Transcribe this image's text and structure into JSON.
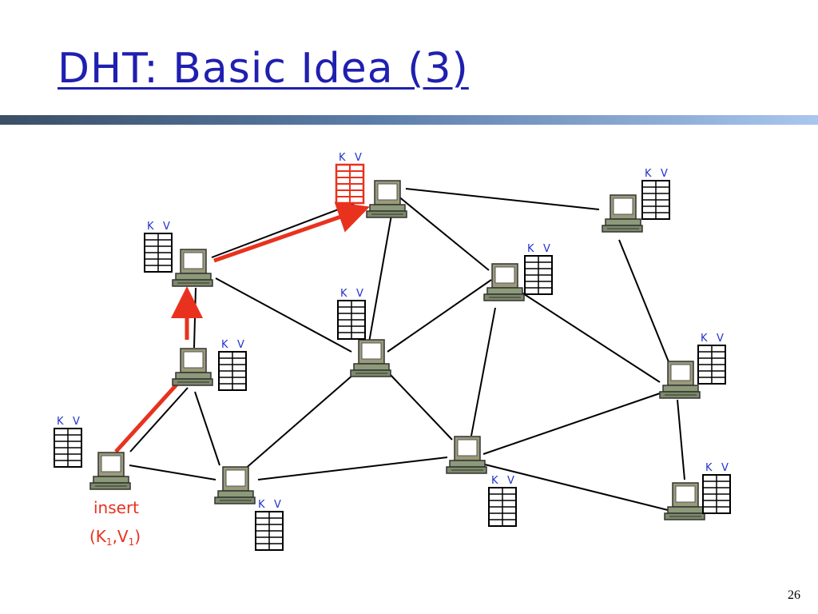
{
  "slide": {
    "title": "DHT: Basic Idea (3)",
    "page_number": "26"
  },
  "table_label": {
    "key": "K",
    "value": "V"
  },
  "insert_label": {
    "line1": "insert",
    "line2": "(K",
    "sub1": "1",
    "comma": ",V",
    "sub2": "1",
    "close": ")"
  },
  "colors": {
    "title": "#1f1fb0",
    "highlight": "#e8321e",
    "label": "#2233cc"
  }
}
